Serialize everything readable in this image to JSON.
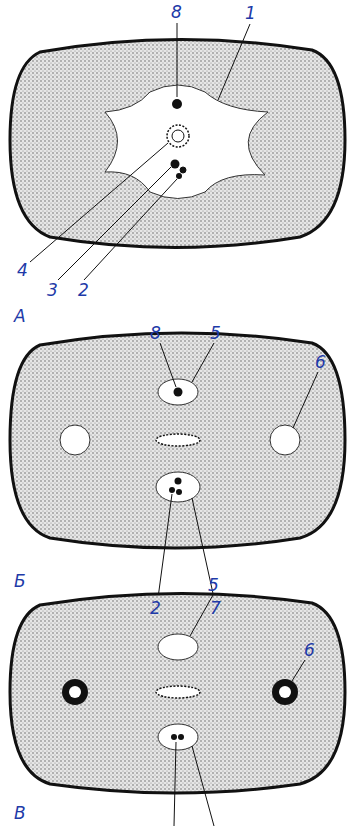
{
  "diagram": {
    "labels": [
      "8",
      "1",
      "4",
      "3",
      "2",
      "А",
      "8",
      "5",
      "6",
      "Б",
      "2",
      "7",
      "5",
      "6",
      "В"
    ]
  }
}
